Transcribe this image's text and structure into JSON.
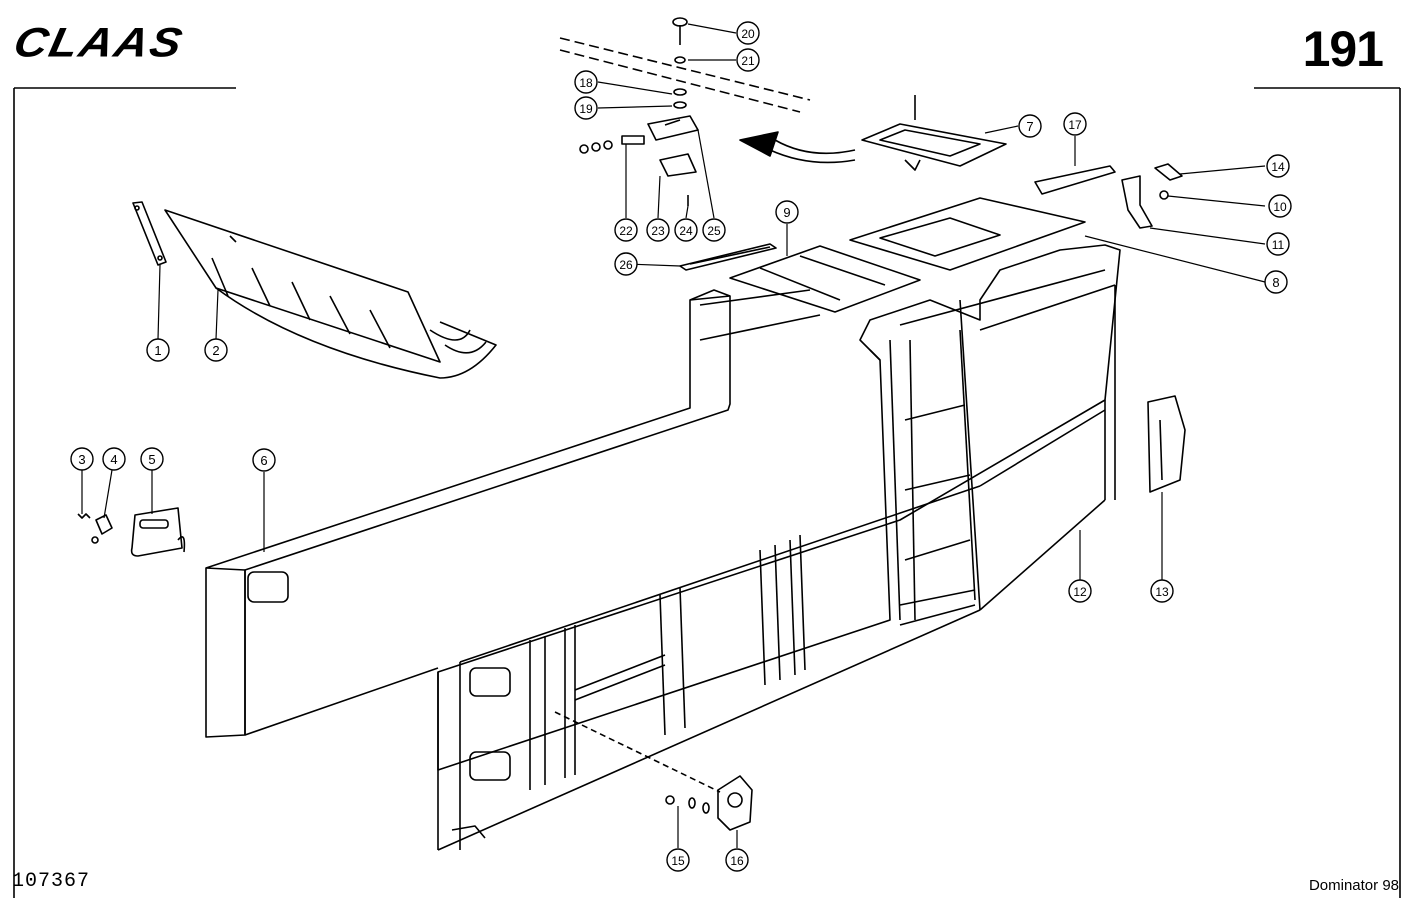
{
  "header": {
    "brand": "CLAAS",
    "page_number": "191"
  },
  "footer": {
    "drawing_number": "107367",
    "model": "Dominator 98"
  },
  "callouts": [
    "1",
    "2",
    "3",
    "4",
    "5",
    "6",
    "7",
    "8",
    "9",
    "10",
    "11",
    "12",
    "13",
    "14",
    "15",
    "16",
    "17",
    "18",
    "19",
    "20",
    "21",
    "22",
    "23",
    "24",
    "25",
    "26"
  ]
}
